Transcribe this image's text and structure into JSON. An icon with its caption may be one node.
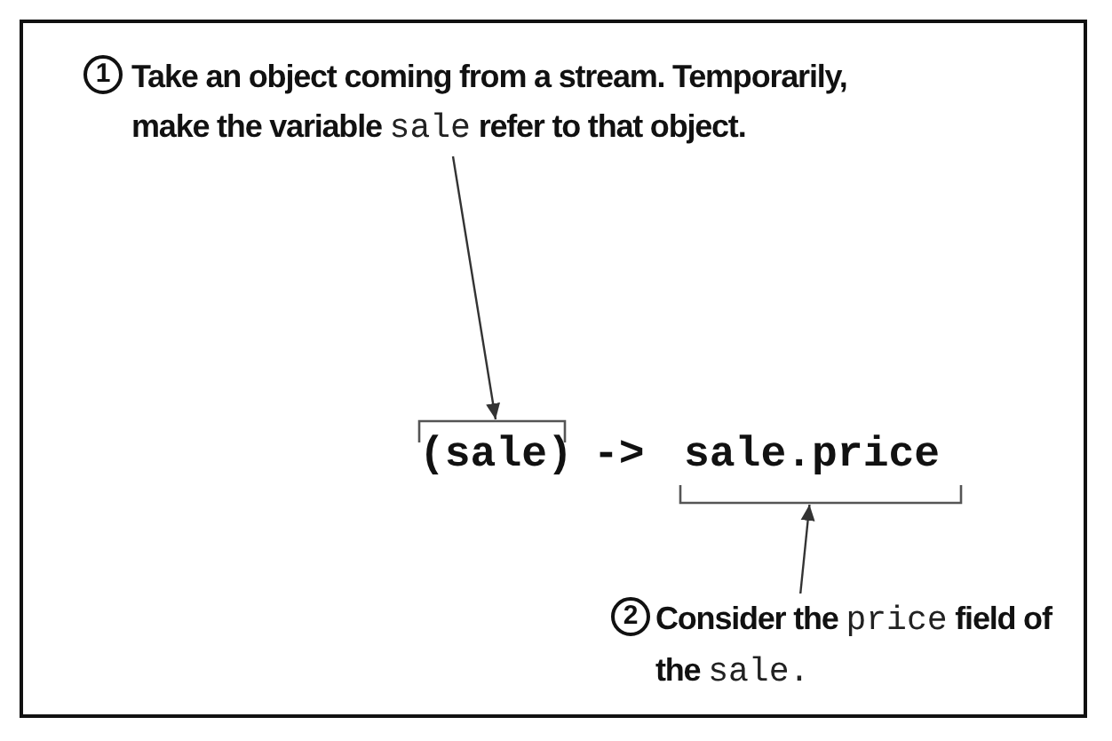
{
  "diagram": {
    "nodes": [
      {
        "text": [
          "Take an object coming from a stream. Temporarily, make the variable",
          "sale",
          "refer to that object."
        ],
        "beside": [
          "1"
        ]
      },
      {
        "text": [
          "(sale)"
        ]
      },
      {
        "text": [
          "sale.price"
        ]
      },
      {
        "text": [
          "Consider the",
          "price",
          "field of the",
          "sale."
        ],
        "beside": [
          "2"
        ]
      }
    ],
    "edges": [
      {
        "from": 0,
        "to": 1,
        "arrow": "to"
      },
      {
        "from": 3,
        "to": 2,
        "arrow": "to"
      }
    ],
    "labels": [
      "->"
    ]
  }
}
